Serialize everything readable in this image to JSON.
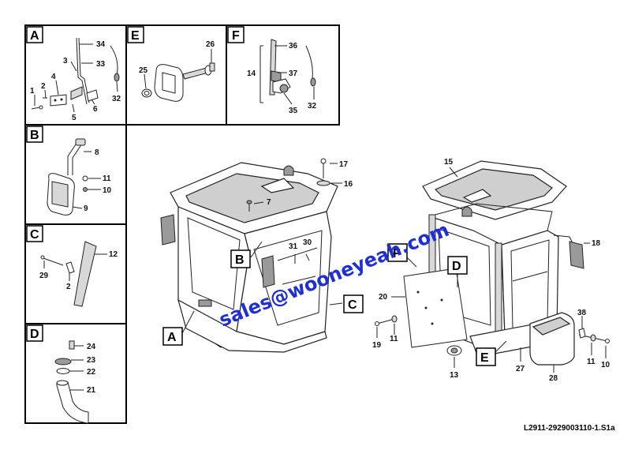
{
  "drawing_code": "L2911-2929003110-1.S1a",
  "watermark": "sales@wooneyeah.com",
  "panels": {
    "A": {
      "label": "A",
      "callouts": [
        "34",
        "3",
        "33",
        "4",
        "1",
        "2",
        "6",
        "5",
        "32"
      ]
    },
    "B": {
      "label": "B",
      "callouts": [
        "8",
        "11",
        "10",
        "9"
      ]
    },
    "C": {
      "label": "C",
      "callouts": [
        "12",
        "29",
        "2"
      ]
    },
    "D": {
      "label": "D",
      "callouts": [
        "24",
        "23",
        "22",
        "21"
      ]
    },
    "E": {
      "label": "E",
      "callouts": [
        "26",
        "25"
      ]
    },
    "F": {
      "label": "F",
      "callouts": [
        "36",
        "14",
        "37",
        "32",
        "35"
      ]
    }
  },
  "main_view": {
    "view_markers": [
      "B",
      "C",
      "A",
      "F",
      "D",
      "E"
    ],
    "callouts": [
      "17",
      "16",
      "7",
      "31",
      "30",
      "15",
      "18",
      "20",
      "38",
      "19",
      "11",
      "13",
      "27",
      "11",
      "10",
      "28"
    ]
  }
}
